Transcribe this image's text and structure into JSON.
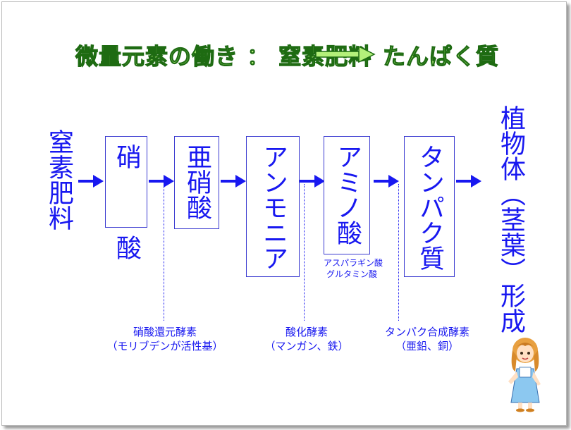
{
  "title": {
    "left": "微量元素の働き ： 窒素肥料",
    "right": "たんぱく質"
  },
  "flow": {
    "start": "窒素肥料",
    "steps": [
      "硝 酸",
      "亜硝酸",
      "アンモニア",
      "アミノ酸",
      "タンパク質"
    ],
    "end": "植物体（茎葉）形成"
  },
  "enzymes": {
    "e1": {
      "name": "硝酸還元酵素",
      "detail": "（モリブデンが活性基）"
    },
    "e2": {
      "name": "酸化酵素",
      "detail": "（マンガン、鉄）"
    },
    "e3": {
      "name": "タンパク合成酵素",
      "detail": "（亜鉛、銅）"
    }
  },
  "amino_examples": [
    "アスパラギン酸",
    "グルタミン酸"
  ],
  "colors": {
    "flow_blue": "#1818f0",
    "title_fill": "#b4f07a",
    "title_outline": "#1e6b12"
  },
  "icons": {
    "title_arrow": "long-right-arrow-icon",
    "mascot": "girl-mascot-icon"
  }
}
